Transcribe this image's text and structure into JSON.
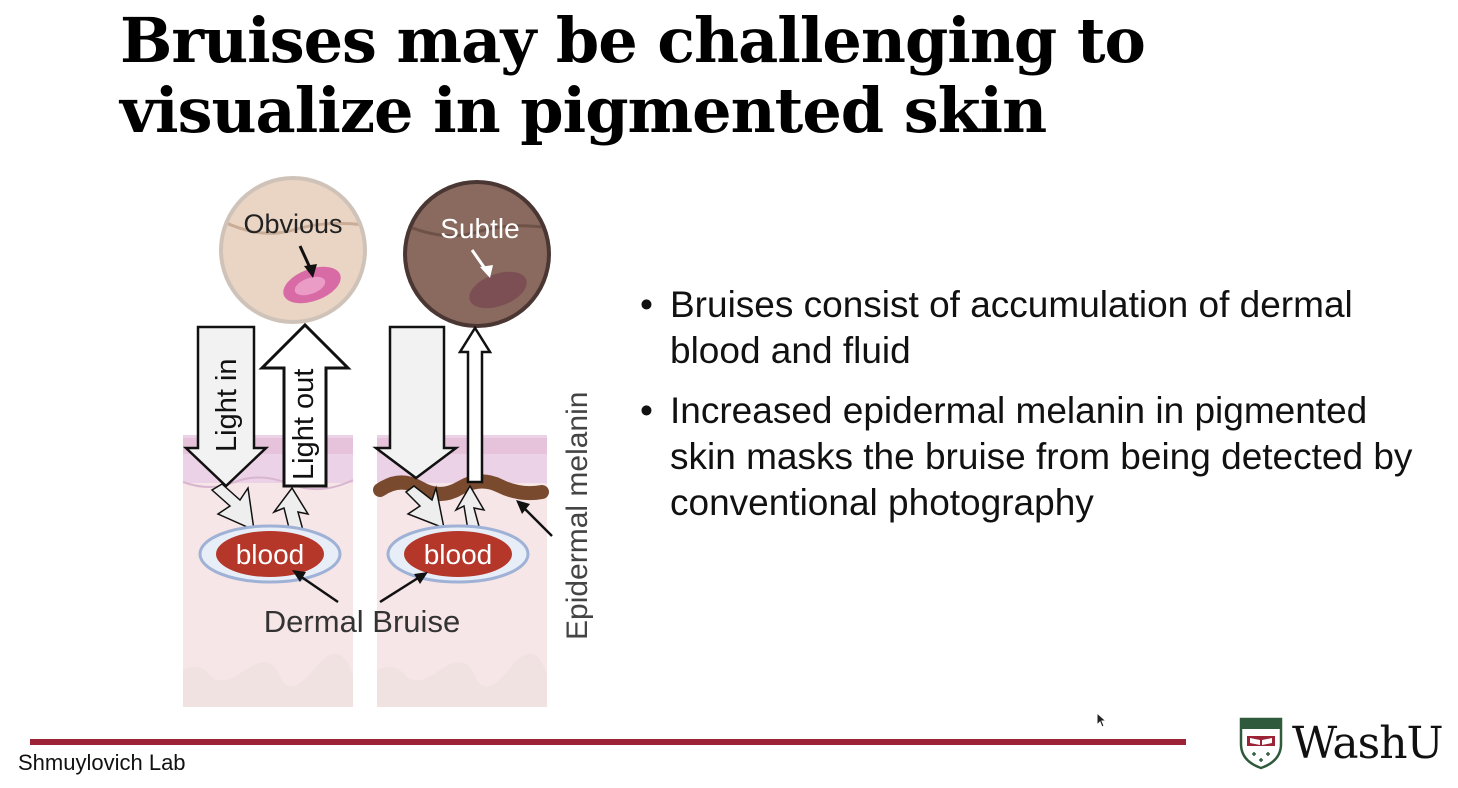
{
  "slide": {
    "title_lines": [
      "Bruises may be challenging to",
      "visualize in pigmented skin"
    ],
    "bullets": [
      "Bruises consist of accumulation of dermal blood and fluid",
      "Increased epidermal melanin in pigmented skin masks the bruise from being detected by conventional photography"
    ]
  },
  "figure": {
    "obvious_label": "Obvious",
    "subtle_label": "Subtle",
    "light_in": "Light in",
    "light_out": "Light out",
    "blood_left": "blood",
    "blood_right": "blood",
    "dermal_bruise": "Dermal Bruise",
    "epidermal_melanin": "Epidermal melanin"
  },
  "footer": {
    "lab": "Shmuylovich Lab",
    "logo_text": "WashU"
  },
  "colors": {
    "rule": "#9b2335",
    "blood": "#b5372a",
    "melanin": "#7a4a2e",
    "dermis": "#f6e6e8",
    "epidermis": "#e9c6df"
  }
}
